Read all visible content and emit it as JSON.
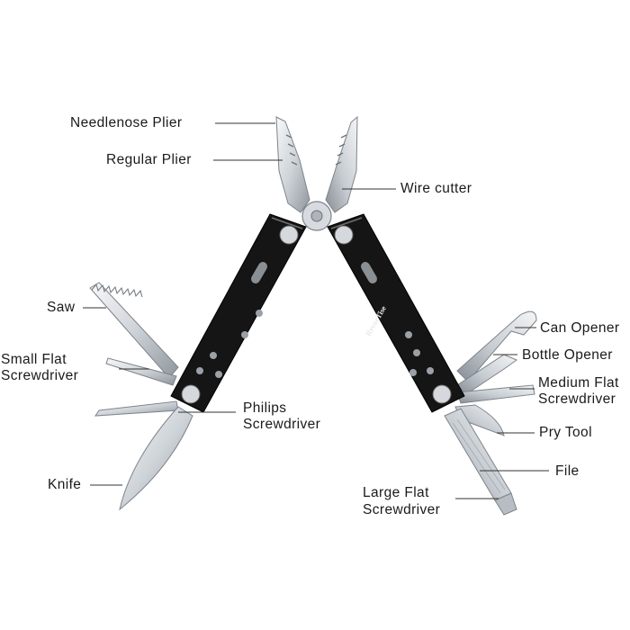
{
  "brand": "RevorTise",
  "labels": {
    "needlenose_plier": "Needlenose Plier",
    "regular_plier": "Regular Plier",
    "wire_cutter": "Wire cutter",
    "saw": "Saw",
    "small_flat_screwdriver_1": "Small Flat",
    "small_flat_screwdriver_2": "Screwdriver",
    "philips_screwdriver_1": "Philips",
    "philips_screwdriver_2": "Screwdriver",
    "knife": "Knife",
    "can_opener": "Can Opener",
    "bottle_opener": "Bottle Opener",
    "medium_flat_screwdriver_1": "Medium Flat",
    "medium_flat_screwdriver_2": "Screwdriver",
    "pry_tool": "Pry Tool",
    "file": "File",
    "large_flat_screwdriver_1": "Large Flat",
    "large_flat_screwdriver_2": "Screwdriver"
  },
  "colors": {
    "steel_light": "#e9ecef",
    "steel_dark": "#9aa1a8",
    "handle": "#161616",
    "leader_line": "#333333",
    "text": "#1a1a1a"
  }
}
